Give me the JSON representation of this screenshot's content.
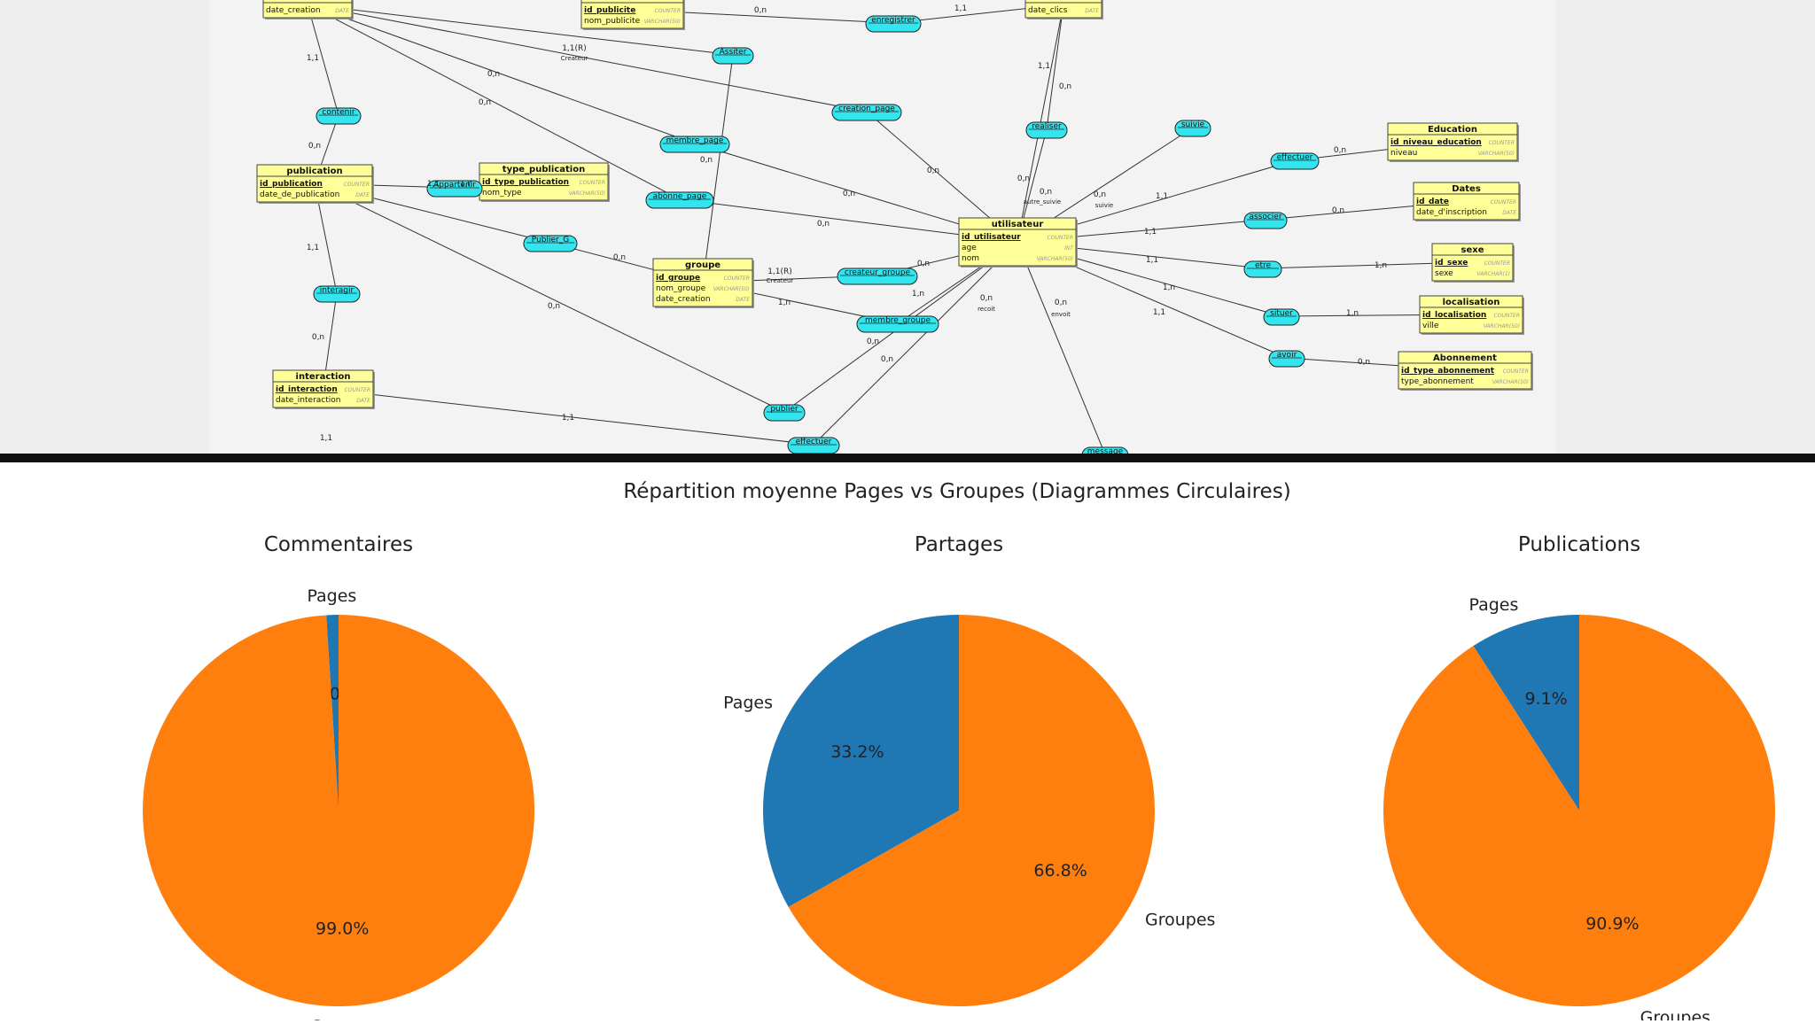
{
  "diagram": {
    "entities": [
      {
        "id": "partial_top_left",
        "title": "",
        "fields": [
          {
            "name": "date_creation",
            "type": "DATE",
            "pk": false
          }
        ]
      },
      {
        "id": "publicite",
        "title": "",
        "fields": [
          {
            "name": "id_publicite",
            "type": "COUNTER",
            "pk": true
          },
          {
            "name": "nom_publicite",
            "type": "VARCHAR(50)",
            "pk": false
          }
        ]
      },
      {
        "id": "partial_top_right",
        "title": "",
        "fields": [
          {
            "name": "date_clics",
            "type": "DATE",
            "pk": false
          }
        ]
      },
      {
        "id": "publication",
        "title": "publication",
        "fields": [
          {
            "name": "id_publication",
            "type": "COUNTER",
            "pk": true
          },
          {
            "name": "date_de_publication",
            "type": "DATE",
            "pk": false
          }
        ]
      },
      {
        "id": "type_publication",
        "title": "type_publication",
        "fields": [
          {
            "name": "id_type_publication",
            "type": "COUNTER",
            "pk": true
          },
          {
            "name": "nom_type",
            "type": "VARCHAR(50)",
            "pk": false
          }
        ]
      },
      {
        "id": "groupe",
        "title": "groupe",
        "fields": [
          {
            "name": "id_groupe",
            "type": "COUNTER",
            "pk": true
          },
          {
            "name": "nom_groupe",
            "type": "VARCHAR(50)",
            "pk": false
          },
          {
            "name": "date_creation",
            "type": "DATE",
            "pk": false
          }
        ]
      },
      {
        "id": "utilisateur",
        "title": "utilisateur",
        "fields": [
          {
            "name": "id_utilisateur",
            "type": "COUNTER",
            "pk": true
          },
          {
            "name": "age",
            "type": "INT",
            "pk": false
          },
          {
            "name": "nom",
            "type": "VARCHAR(50)",
            "pk": false
          }
        ]
      },
      {
        "id": "interaction",
        "title": "interaction",
        "fields": [
          {
            "name": "id_interaction",
            "type": "COUNTER",
            "pk": true
          },
          {
            "name": "date_interaction",
            "type": "DATE",
            "pk": false
          }
        ]
      },
      {
        "id": "education",
        "title": "Education",
        "fields": [
          {
            "name": "id_niveau_education",
            "type": "COUNTER",
            "pk": true
          },
          {
            "name": "niveau",
            "type": "VARCHAR(50)",
            "pk": false
          }
        ]
      },
      {
        "id": "dates",
        "title": "Dates",
        "fields": [
          {
            "name": "id_date",
            "type": "COUNTER",
            "pk": true
          },
          {
            "name": "date_d'inscription",
            "type": "DATE",
            "pk": false
          }
        ]
      },
      {
        "id": "sexe",
        "title": "sexe",
        "fields": [
          {
            "name": "id_sexe",
            "type": "COUNTER",
            "pk": true
          },
          {
            "name": "sexe",
            "type": "VARCHAR(1)",
            "pk": false
          }
        ]
      },
      {
        "id": "localisation",
        "title": "localisation",
        "fields": [
          {
            "name": "id_localisation",
            "type": "COUNTER",
            "pk": true
          },
          {
            "name": "ville",
            "type": "VARCHAR(50)",
            "pk": false
          }
        ]
      },
      {
        "id": "abonnement",
        "title": "Abonnement",
        "fields": [
          {
            "name": "id_type_abonnement",
            "type": "COUNTER",
            "pk": true
          },
          {
            "name": "type_abonnement",
            "type": "VARCHAR(50)",
            "pk": false
          }
        ]
      }
    ],
    "relations": [
      {
        "id": "enregistrer",
        "label": "enregistrer"
      },
      {
        "id": "assiter",
        "label": "Assiter"
      },
      {
        "id": "contenir",
        "label": "contenir"
      },
      {
        "id": "creation_page",
        "label": "creation_page"
      },
      {
        "id": "realiser",
        "label": "realiser"
      },
      {
        "id": "suivie",
        "label": "suivie"
      },
      {
        "id": "membre_page",
        "label": "membre_page"
      },
      {
        "id": "effectuer_edu",
        "label": "effectuer"
      },
      {
        "id": "appartenir",
        "label": "Appartenir"
      },
      {
        "id": "abonne_page",
        "label": "abonne_page"
      },
      {
        "id": "associer",
        "label": "associer"
      },
      {
        "id": "publier_g",
        "label": "Publier_G"
      },
      {
        "id": "createur_groupe",
        "label": "createur_groupe"
      },
      {
        "id": "etre",
        "label": "etre"
      },
      {
        "id": "interagir",
        "label": "interagir"
      },
      {
        "id": "membre_groupe",
        "label": "membre_groupe"
      },
      {
        "id": "situer",
        "label": "situer"
      },
      {
        "id": "avoir",
        "label": "avoir"
      },
      {
        "id": "publier",
        "label": "publier"
      },
      {
        "id": "effectuer_int",
        "label": "effectuer"
      },
      {
        "id": "message",
        "label": "message"
      }
    ],
    "cardinalities": [
      {
        "id": "c1",
        "text": "1,1"
      },
      {
        "id": "c2",
        "text": "0,n"
      },
      {
        "id": "c3",
        "text": "1,1(R)"
      },
      {
        "id": "c4",
        "text": "Createur"
      },
      {
        "id": "c5",
        "text": "0,n"
      },
      {
        "id": "c6",
        "text": "0,n"
      },
      {
        "id": "c7",
        "text": "0,n"
      },
      {
        "id": "c8",
        "text": "1,1"
      },
      {
        "id": "c9",
        "text": "0,n"
      },
      {
        "id": "c10",
        "text": "1,1"
      },
      {
        "id": "c11",
        "text": "0,n"
      },
      {
        "id": "c12",
        "text": "0,n"
      },
      {
        "id": "c13",
        "text": "0,n"
      },
      {
        "id": "c14",
        "text": "0,n"
      },
      {
        "id": "c15",
        "text": "0,n"
      },
      {
        "id": "c16",
        "text": "autre_suivie"
      },
      {
        "id": "c17",
        "text": "0,n"
      },
      {
        "id": "c18",
        "text": "suivie"
      },
      {
        "id": "c19",
        "text": "1,1"
      },
      {
        "id": "c20",
        "text": "0,n"
      },
      {
        "id": "c21",
        "text": "1,1"
      },
      {
        "id": "c22",
        "text": "1,n"
      },
      {
        "id": "c23",
        "text": "1,1"
      },
      {
        "id": "c24",
        "text": "0,n"
      },
      {
        "id": "c25",
        "text": "0,n"
      },
      {
        "id": "c26",
        "text": "0,n"
      },
      {
        "id": "c27",
        "text": "1,1"
      },
      {
        "id": "c28",
        "text": "1,n"
      },
      {
        "id": "c29",
        "text": "1,1"
      },
      {
        "id": "c30",
        "text": "1,n"
      },
      {
        "id": "c31",
        "text": "1,1"
      },
      {
        "id": "c32",
        "text": "1,n"
      },
      {
        "id": "c33",
        "text": "0,n"
      },
      {
        "id": "c34",
        "text": "1,1(R)"
      },
      {
        "id": "c35",
        "text": "Createur"
      },
      {
        "id": "c36",
        "text": "0,n"
      },
      {
        "id": "c37",
        "text": "1,n"
      },
      {
        "id": "c38",
        "text": "1,n"
      },
      {
        "id": "c39",
        "text": "0,n"
      },
      {
        "id": "c40",
        "text": "0,n"
      },
      {
        "id": "c41",
        "text": "0,n"
      },
      {
        "id": "c42",
        "text": "1,1"
      },
      {
        "id": "c43",
        "text": "0,n"
      },
      {
        "id": "c44",
        "text": "recoit"
      },
      {
        "id": "c45",
        "text": "0,n"
      },
      {
        "id": "c46",
        "text": "envoit"
      },
      {
        "id": "c47",
        "text": "1,1"
      },
      {
        "id": "c48",
        "text": "0,n"
      }
    ]
  },
  "figure": {
    "suptitle": "Répartition moyenne Pages vs Groupes (Diagrammes Circulaires)",
    "colors": {
      "pages": "#1f77b4",
      "groupes": "#ff7f0e"
    }
  },
  "chart_data": [
    {
      "type": "pie",
      "title": "Commentaires",
      "labels": [
        "Pages",
        "Groupes"
      ],
      "values": [
        1.0,
        99.0
      ],
      "autopct": [
        "1.0%",
        "99.0%"
      ],
      "colors": [
        "#1f77b4",
        "#ff7f0e"
      ]
    },
    {
      "type": "pie",
      "title": "Partages",
      "labels": [
        "Pages",
        "Groupes"
      ],
      "values": [
        33.2,
        66.8
      ],
      "autopct": [
        "33.2%",
        "66.8%"
      ],
      "colors": [
        "#1f77b4",
        "#ff7f0e"
      ]
    },
    {
      "type": "pie",
      "title": "Publications",
      "labels": [
        "Pages",
        "Groupes"
      ],
      "values": [
        9.1,
        90.9
      ],
      "autopct": [
        "9.1%",
        "90.9%"
      ],
      "colors": [
        "#1f77b4",
        "#ff7f0e"
      ]
    }
  ]
}
